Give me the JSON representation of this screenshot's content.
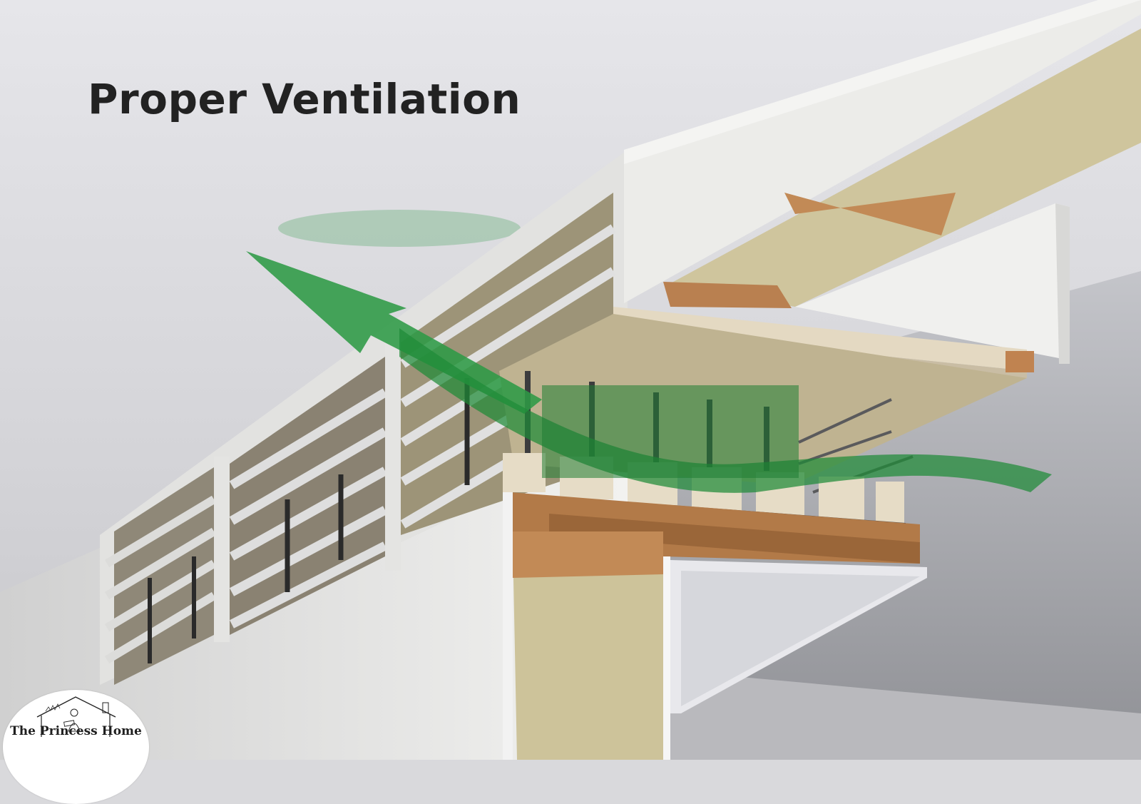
{
  "title": "Proper Ventilation",
  "logo": {
    "text": "The Princess Home",
    "icon": "house-with-princess-reading-icon"
  },
  "illustration": {
    "subject": "ceiling cutaway with louvred ventilation grilles and airflow",
    "icons": [
      "airflow-arrow-icon",
      "airflow-curve-icon",
      "louvre-grille-icon",
      "roof-beam-cutaway-icon"
    ],
    "colors": {
      "background_ceiling": "#dedee2",
      "lower_ceiling": "#9a9ba0",
      "wall_white": "#eeeeec",
      "insulation_beige": "#cfc59a",
      "wood_brown": "#b8804e",
      "foam_block": "#e6dcc6",
      "dark_channel": "#4a4b4d",
      "airflow_green": "#2e9a46",
      "title_text": "#222222"
    }
  }
}
